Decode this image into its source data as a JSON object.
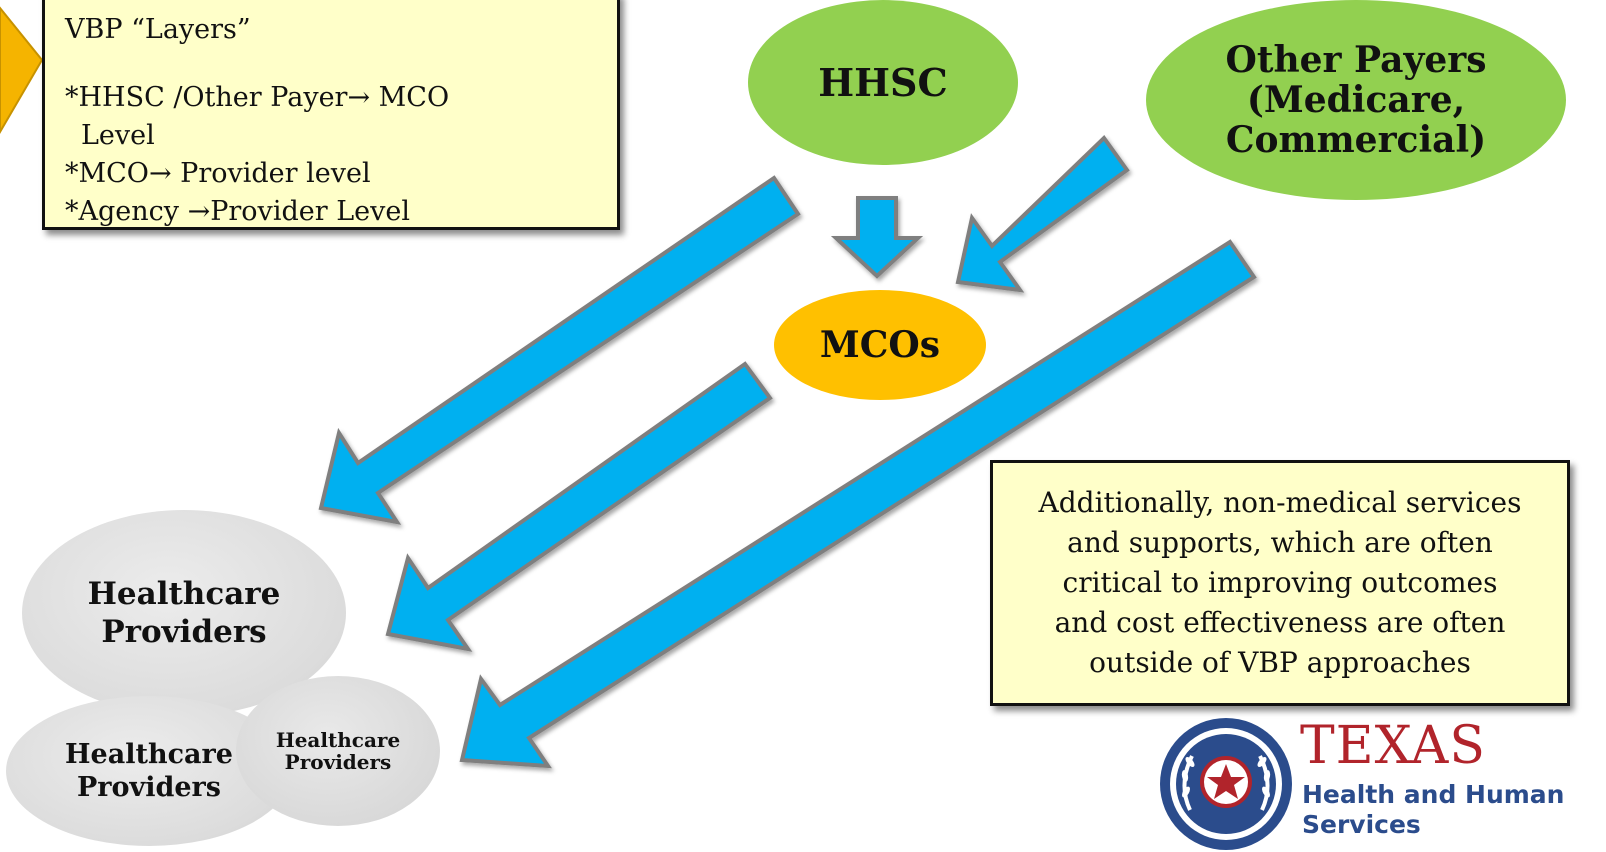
{
  "layers_note": {
    "title": "VBP “Layers”",
    "line1": "*HHSC /Other Payer→ MCO",
    "line2": "Level",
    "line3": "*MCO→ Provider level",
    "line4": "*Agency →Provider Level"
  },
  "nodes": {
    "hhsc": "HHSC",
    "other_payers_1": "Other Payers",
    "other_payers_2": "(Medicare,",
    "other_payers_3": "Commercial)",
    "mcos": "MCOs"
  },
  "providers": {
    "large_1": "Healthcare",
    "large_2": "Providers",
    "medium_1": "Healthcare",
    "medium_2": "Providers",
    "small_1": "Healthcare",
    "small_2": "Providers"
  },
  "outside_note": {
    "line1": "Additionally, non-medical services",
    "line2": "and supports, which are often",
    "line3": "critical to improving outcomes",
    "line4": "and cost effectiveness are often",
    "line5": "outside of VBP approaches"
  },
  "logo": {
    "main": "TEXAS",
    "sub1": "Health and Human",
    "sub2": "Services"
  },
  "colors": {
    "payer_green": "#92d050",
    "mco_orange": "#ffc000",
    "arrow_blue": "#00b0f0",
    "note_yellow": "#ffffc9"
  }
}
